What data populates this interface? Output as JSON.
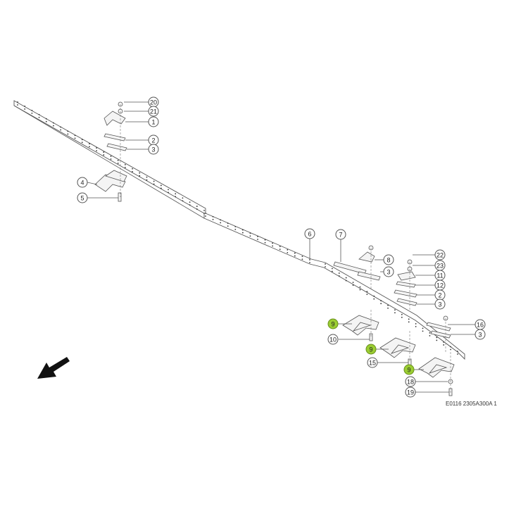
{
  "callouts": [
    {
      "label": "20",
      "highlight": false
    },
    {
      "label": "21",
      "highlight": false
    },
    {
      "label": "1",
      "highlight": false
    },
    {
      "label": "2",
      "highlight": false
    },
    {
      "label": "3",
      "highlight": false
    },
    {
      "label": "4",
      "highlight": false
    },
    {
      "label": "5",
      "highlight": false
    },
    {
      "label": "6",
      "highlight": false
    },
    {
      "label": "7",
      "highlight": false
    },
    {
      "label": "8",
      "highlight": false
    },
    {
      "label": "3",
      "highlight": false
    },
    {
      "label": "22",
      "highlight": false
    },
    {
      "label": "23",
      "highlight": false
    },
    {
      "label": "11",
      "highlight": false
    },
    {
      "label": "12",
      "highlight": false
    },
    {
      "label": "2",
      "highlight": false
    },
    {
      "label": "3",
      "highlight": false
    },
    {
      "label": "16",
      "highlight": false
    },
    {
      "label": "3",
      "highlight": false
    },
    {
      "label": "9",
      "highlight": true
    },
    {
      "label": "10",
      "highlight": false
    },
    {
      "label": "9",
      "highlight": true
    },
    {
      "label": "15",
      "highlight": false
    },
    {
      "label": "9",
      "highlight": true
    },
    {
      "label": "18",
      "highlight": false
    },
    {
      "label": "19",
      "highlight": false
    }
  ],
  "reference_code": "E0116 2305A300A 1",
  "colors": {
    "highlight": "#9acd32",
    "line": "#555555"
  },
  "icons": {
    "direction": "arrow-down-left-icon"
  }
}
